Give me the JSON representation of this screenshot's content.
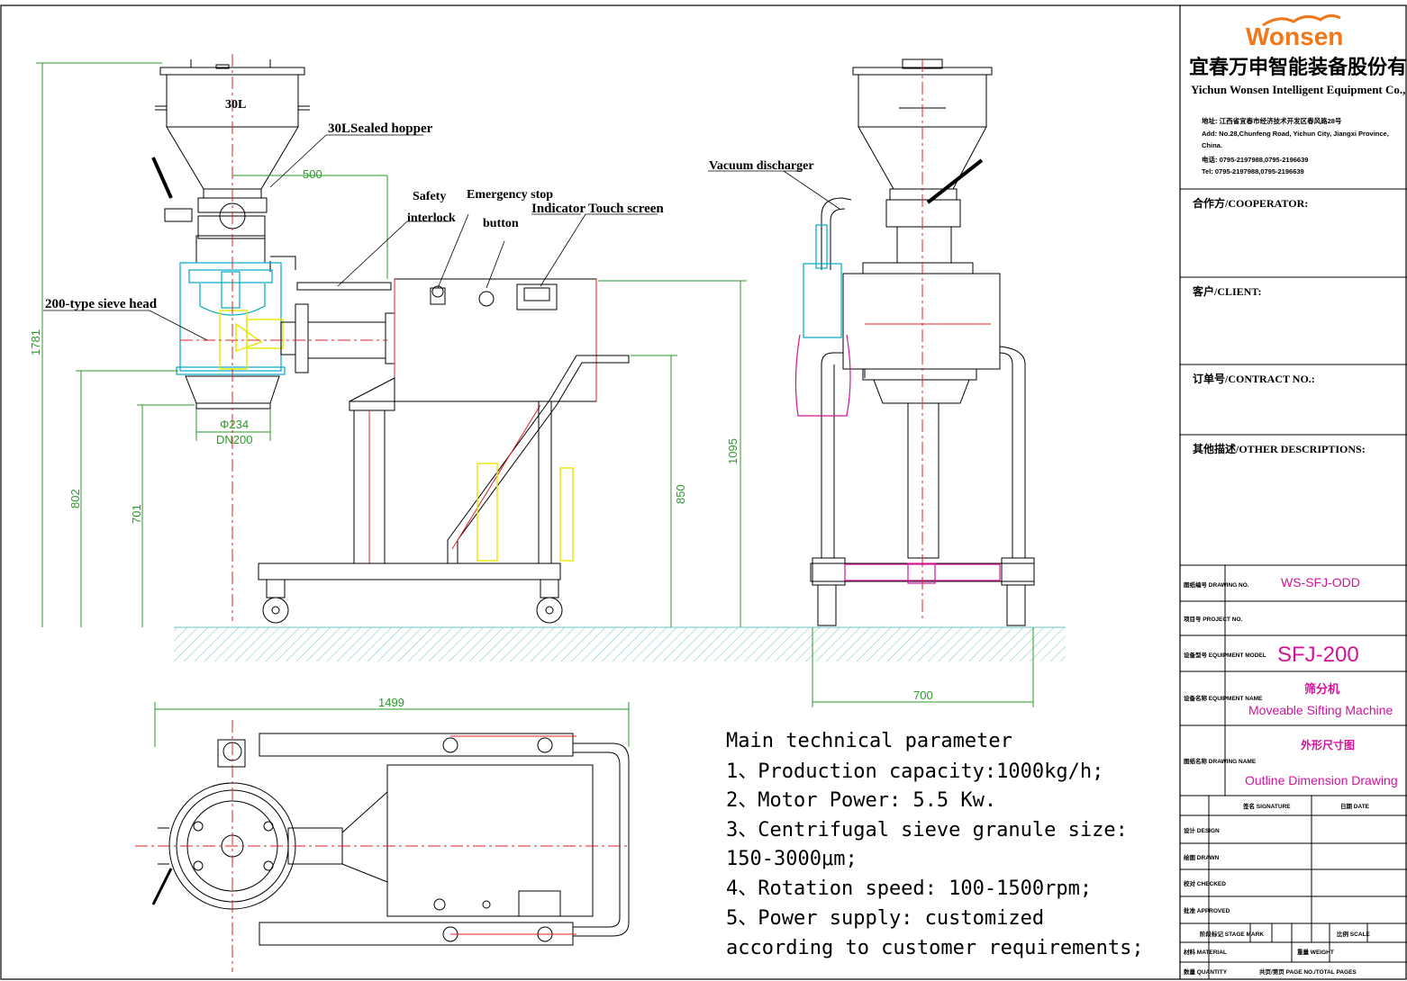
{
  "labels": {
    "hopper_volume": "30L",
    "sealed_hopper": "30LSealed hopper",
    "sieve_head": "200-type sieve head",
    "safety_line1": "Safety",
    "safety_line2": "interlock",
    "estop_line1": "Emergency stop",
    "estop_line2": "button",
    "indicator": "Indicator",
    "touch_screen": "Touch screen",
    "vacuum_discharger": "Vacuum discharger"
  },
  "dimensions": {
    "d500": "500",
    "d1781": "1781",
    "d802": "802",
    "d701": "701",
    "d850": "850",
    "d1095": "1095",
    "d1499": "1499",
    "d700": "700",
    "d234": "Φ234",
    "dn200": "DN200"
  },
  "parameters": {
    "title": "Main technical parameter",
    "line1": "1、Production capacity:1000kg/h;",
    "line2": "2、Motor Power: 5.5 Kw.",
    "line3": "3、Centrifugal sieve granule size:",
    "line4": "150-3000μm;",
    "line5": "4、Rotation speed: 100-1500rpm;",
    "line6": "5、Power supply: customized",
    "line7": "according to customer requirements;"
  },
  "title_block": {
    "logo": "Wonsen",
    "company_cn": "宜春万申智能装备股份有限公司",
    "company_en": "Yichun Wonsen Intelligent Equipment Co., Ltd.",
    "address_cn": "地址: 江西省宜春市经济技术开发区春风路28号",
    "address_en1": "Add: No.28,Chunfeng Road, Yichun City, Jiangxi Province,",
    "address_en2": "China.",
    "phone_cn": "电话: 0795-2197988,0795-2196639",
    "phone_en": "Tel: 0795-2197988,0795-2196639",
    "cooperator": "合作方/COOPERATOR:",
    "client": "客户/CLIENT:",
    "contract": "订单号/CONTRACT NO.:",
    "other": "其他描述/OTHER DESCRIPTIONS:",
    "drawing_no_label": "图纸编号 DRAWING NO.",
    "drawing_no": "WS-SFJ-ODD",
    "project_no_label": "项目号 PROJECT NO.",
    "equipment_model_label": "设备型号 EQUIPMENT MODEL",
    "equipment_model": "SFJ-200",
    "equipment_name_label": "设备名称 EQUIPMENT NAME",
    "equipment_name_cn": "筛分机",
    "equipment_name_en": "Moveable Sifting Machine",
    "drawing_name_label": "图纸名称 DRAWING NAME",
    "drawing_name_cn": "外形尺寸图",
    "drawing_name_en": "Outline Dimension Drawing",
    "signature": "签名 SIGNATURE",
    "date": "日期 DATE",
    "design": "设计 DESIGN",
    "drawn": "绘图 DRAWN",
    "checked": "校对 CHECKED",
    "approved": "批准 APPROVED",
    "stage_mark": "阶段标记 STAGE MARK",
    "scale": "比例 SCALE",
    "material": "材料 MATERIAL",
    "weight": "重量 WEIGHT",
    "quantity": "数量 QUANTITY",
    "pages": "共页/第页 PAGE NO./TOTAL PAGES"
  },
  "colors": {
    "line": "#000000",
    "center": "#e02020",
    "dim": "#2a9a2a",
    "cyan": "#00a8c8",
    "magenta": "#d0149a",
    "yellow": "#e8e800",
    "logo": "#f07818",
    "ground": "#6cc6c6"
  }
}
